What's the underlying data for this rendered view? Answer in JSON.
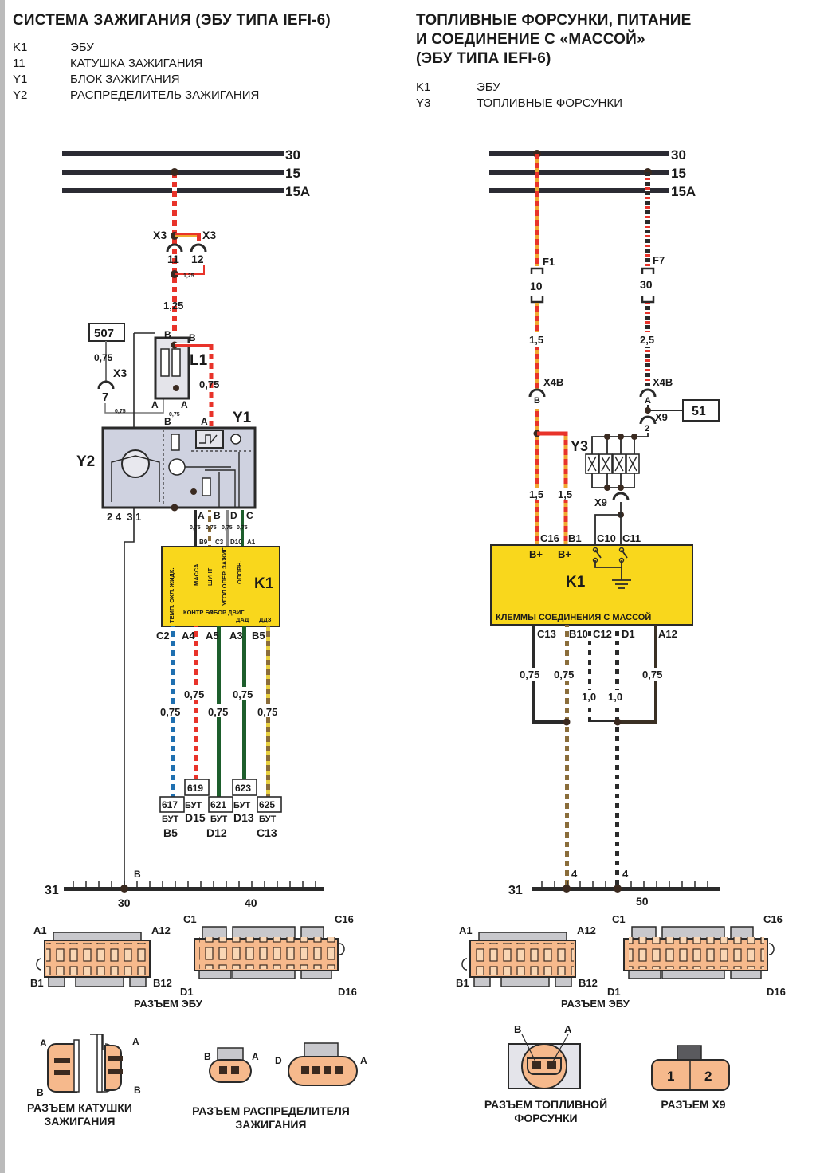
{
  "left": {
    "title": "СИСТЕМА ЗАЖИГАНИЯ (ЭБУ ТИПА IEFI-6)",
    "legend": [
      {
        "code": "K1",
        "text": "ЭБУ"
      },
      {
        "code": "11",
        "text": "КАТУШКА ЗАЖИГАНИЯ"
      },
      {
        "code": "Y1",
        "text": "БЛОК ЗАЖИГАНИЯ"
      },
      {
        "code": "Y2",
        "text": "РАСПРЕДЕЛИТЕЛЬ ЗАЖИГАНИЯ"
      }
    ],
    "buses": [
      "30",
      "15",
      "15A"
    ],
    "x3_top_left": "X3",
    "x3_top_right": "X3",
    "pin_11": "11",
    "pin_12": "12",
    "wire_small_125": "1,25",
    "wire_125": "1,25",
    "box_507": "507",
    "wire_507": "0,75",
    "x3_7_label": "X3",
    "x3_7_pin": "7",
    "l1_pin_b1": "B",
    "l1_pin_b2": "B",
    "l1_label": "L1",
    "l1_pin_a1": "A",
    "l1_pin_a2": "A",
    "wire_l1_y1": "0,75",
    "wire_small_a": "0,75",
    "wire_small_b": "0,75",
    "y1_label": "Y1",
    "y1_pin_a": "A",
    "y2_label": "Y2",
    "y2_pin_b": "B",
    "y2_pins": "2 4  3 1",
    "y1_pins": [
      "A",
      "B",
      "D",
      "C"
    ],
    "y1_wire_sizes": [
      "0,75",
      "0,75",
      "0,75",
      "0,75"
    ],
    "k1_top_pins": [
      "B9",
      "C3",
      "D10",
      "A1"
    ],
    "k1_label": "K1",
    "k1_vertical": [
      "ТЕМП. ОХЛ. ЖИДК.",
      "МАССА",
      "ШУНТ",
      "УГОЛ ОПЕР. ЗАЖИГ.",
      "ОПОРН."
    ],
    "k1_bottom": [
      "КОНТР БУ",
      "ОБОР ДВИГ",
      "ДАД",
      "ДДЗ"
    ],
    "k1_bottom_pins": [
      "C2",
      "A4",
      "A5",
      "A3",
      "B5"
    ],
    "bottom_wires": [
      "0,75",
      "0,75",
      "0,75",
      "0,75",
      "0,75"
    ],
    "refs_top": [
      "619",
      "623"
    ],
    "refs_bottom": [
      "617",
      "БУТ",
      "621",
      "БУТ",
      "625"
    ],
    "refs_sub1": [
      "БУТ",
      "D15",
      "БУТ",
      "D13",
      "БУТ"
    ],
    "refs_sub2": [
      "B5",
      "D12",
      "C13"
    ],
    "ground_label": "31",
    "ground_b": "B",
    "ground_ticks": [
      "30",
      "40"
    ],
    "connector_ecu": {
      "a1": "A1",
      "a12": "A12",
      "b1": "B1",
      "b12": "B12",
      "c1": "C1",
      "c16": "C16",
      "d1": "D1",
      "d16": "D16",
      "caption": "РАЗЪЕМ ЭБУ"
    },
    "coil_conn": {
      "a1": "A",
      "b1": "B",
      "a2": "A",
      "b2": "B",
      "caption": "РАЗЪЕМ КАТУШКИ ЗАЖИГАНИЯ"
    },
    "dist_conn": {
      "b": "B",
      "a": "A",
      "d": "D",
      "a2": "A",
      "caption": "РАЗЪЕМ РАСПРЕДЕЛИТЕЛЯ ЗАЖИГАНИЯ"
    }
  },
  "right": {
    "title_lines": [
      "ТОПЛИВНЫЕ ФОРСУНКИ, ПИТАНИЕ",
      "И СОЕДИНЕНИЕ С «МАССОЙ»",
      "(ЭБУ ТИПА IEFI-6)"
    ],
    "legend": [
      {
        "code": "K1",
        "text": "ЭБУ"
      },
      {
        "code": "Y3",
        "text": "ТОПЛИВНЫЕ ФОРСУНКИ"
      }
    ],
    "buses": [
      "30",
      "15",
      "15A"
    ],
    "f1_label": "F1",
    "f1_rating": "10",
    "f7_label": "F7",
    "f7_rating": "30",
    "wire_f1": "1,5",
    "wire_f7": "2,5",
    "x4b_left": "X4B",
    "x4b_left_pin": "B",
    "x4b_right": "X4B",
    "x4b_right_pin": "A",
    "box_51": "51",
    "x9_top": "X9",
    "x9_top_pin": "2",
    "y3_label": "Y3",
    "x9_bottom": "X9",
    "wire_c16": "1,5",
    "wire_b1": "1,5",
    "k1_top_pins": [
      "C16",
      "B1",
      "C10",
      "C11"
    ],
    "k1_bplus": [
      "B+",
      "B+"
    ],
    "k1_label": "K1",
    "k1_caption": "КЛЕММЫ СОЕДИНЕНИЯ С МАССОЙ",
    "k1_bottom_pins": [
      "C13",
      "B10",
      "C12",
      "D1",
      "A12"
    ],
    "bottom_wires": [
      "0,75",
      "0,75",
      "1,0",
      "1,0",
      "0,75"
    ],
    "ground_label": "31",
    "ground_marks": [
      "4",
      "4"
    ],
    "ground_ticks": [
      "50"
    ],
    "connector_ecu": {
      "a1": "A1",
      "a12": "A12",
      "b1": "B1",
      "b12": "B12",
      "c1": "C1",
      "c16": "C16",
      "d1": "D1",
      "d16": "D16",
      "caption": "РАЗЪЕМ ЭБУ"
    },
    "injector_conn": {
      "b": "B",
      "a": "A",
      "caption": "РАЗЪЕМ ТОПЛИВНОЙ ФОРСУНКИ"
    },
    "x9_conn": {
      "p1": "1",
      "p2": "2",
      "caption": "РАЗЪЕМ X9"
    }
  },
  "colors": {
    "k1_fill": "#f9d71c",
    "wire_red": "#e8332a",
    "wire_orange": "#f0a830",
    "wire_blue": "#1f6fb0",
    "wire_green": "#1d5e2c",
    "wire_brown": "#8a6d3b",
    "wire_yellow": "#e8d040",
    "wire_black": "#2a2a2a",
    "connector_fill": "#f6b98c",
    "gray_fill": "#c8c8cc"
  }
}
